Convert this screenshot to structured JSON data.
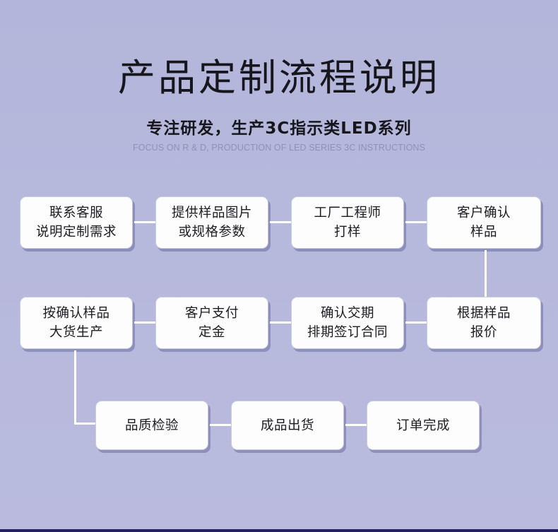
{
  "header": {
    "title": "产品定制流程说明",
    "subtitle_cn": "专注研发，生产3C指示类LED系列",
    "subtitle_en": "FOCUS ON R & D, PRODUCTION OF LED SERIES 3C INSTRUCTIONS"
  },
  "theme": {
    "background": "#b6b8dc",
    "node_fill": "#fdfdfd",
    "node_border": "#c8c9e2",
    "node_shadow": "#6c6ea0",
    "connector": "#ffffff",
    "title_color": "#16161c",
    "subtitle_en_color": "#8e92b8",
    "bottom_rule": "#262261"
  },
  "flow": {
    "rows": [
      {
        "row_name": "row-1",
        "nodes": [
          {
            "id": "contact-service",
            "label": "联系客服\n说明定制需求"
          },
          {
            "id": "provide-sample-images",
            "label": "提供样品图片\n或规格参数"
          },
          {
            "id": "factory-engineer-sampling",
            "label": "工厂工程师\n打样"
          },
          {
            "id": "customer-confirm-sample",
            "label": "客户确认\n样品"
          }
        ]
      },
      {
        "row_name": "row-2",
        "nodes": [
          {
            "id": "bulk-production",
            "label": "按确认样品\n大货生产"
          },
          {
            "id": "customer-pay-deposit",
            "label": "客户支付\n定金"
          },
          {
            "id": "confirm-delivery-contract",
            "label": "确认交期\n排期签订合同"
          },
          {
            "id": "quote-by-sample",
            "label": "根据样品\n报价"
          }
        ]
      },
      {
        "row_name": "row-3",
        "nodes": [
          {
            "id": "quality-inspection",
            "label": "品质检验"
          },
          {
            "id": "finished-goods-shipment",
            "label": "成品出货"
          },
          {
            "id": "order-complete",
            "label": "订单完成"
          }
        ]
      }
    ]
  }
}
